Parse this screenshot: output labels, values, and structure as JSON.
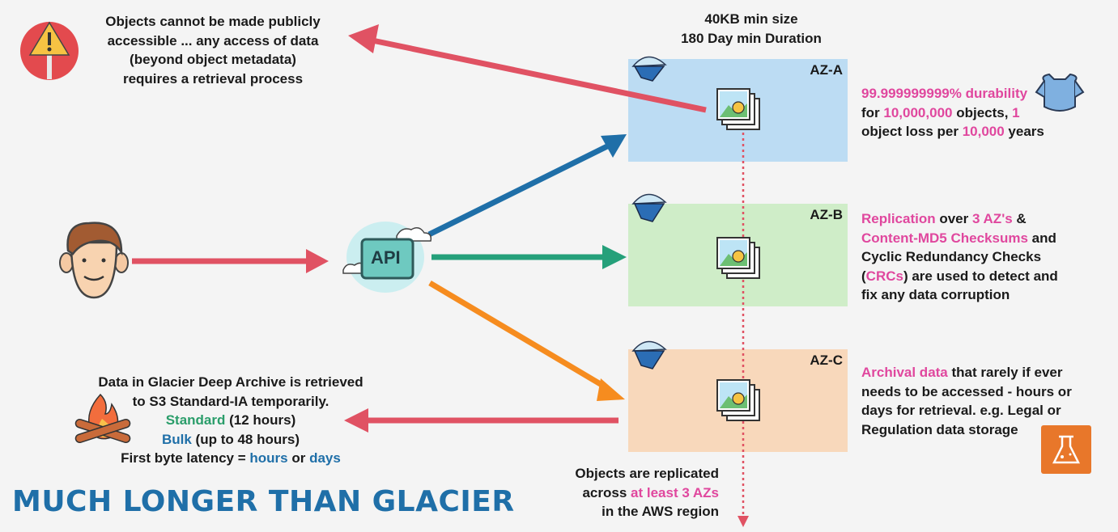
{
  "warning_text": [
    "Objects cannot be made publicly",
    "accessible ... any access of data",
    "(beyond object metadata)",
    "requires a retrieval process"
  ],
  "min_size": "40KB min size",
  "min_duration": "180 Day min Duration",
  "api_label": "API",
  "az_a_label": "AZ-A",
  "az_b_label": "AZ-B",
  "az_c_label": "AZ-C",
  "durability": {
    "l1_pink": "99.999999999% durability",
    "l2_a": "for ",
    "l2_pink1": "10,000,000",
    "l2_b": " objects, ",
    "l2_pink2": "1",
    "l3_a": "object loss per ",
    "l3_pink": "10,000",
    "l3_b": " years"
  },
  "replication": {
    "l1_pink1": "Replication",
    "l1_a": " over ",
    "l1_pink2": "3 AZ's",
    "l1_b": " &",
    "l2_pink": "Content-MD5 Checksums",
    "l2_a": " and",
    "l3": "Cyclic Redundancy Checks",
    "l4_a": "(",
    "l4_pink": "CRCs",
    "l4_b": ") are used to detect and",
    "l5": "fix any data corruption"
  },
  "archival": {
    "l1_pink": "Archival data",
    "l1_a": " that rarely if ever",
    "l2": "needs to be accessed - hours or",
    "l3": "days for retrieval. e.g. Legal or",
    "l4": "Regulation data storage"
  },
  "retrieval": {
    "l1": "Data in Glacier Deep Archive is retrieved",
    "l2": "to S3 Standard-IA temporarily.",
    "l3_green": "Standard",
    "l3_a": " (12 hours)",
    "l4_blue": "Bulk",
    "l4_a": " (up to 48 hours)",
    "l5_a": "First byte latency = ",
    "l5_blue1": "hours",
    "l5_b": " or ",
    "l5_blue2": "days"
  },
  "replicated": {
    "l1": "Objects are replicated",
    "l2_a": "across ",
    "l2_pink": "at least 3 AZs",
    "l3": "in the AWS region"
  },
  "big_title": "MUCH LONGER THAN GLACIER",
  "colors": {
    "red_arrow": "#e05263",
    "blue_arrow": "#1f6fa8",
    "green_arrow": "#25a07a",
    "orange_arrow": "#f68c1f",
    "az_a_bg": "#bcdcf3",
    "az_b_bg": "#cfedc8",
    "az_c_bg": "#f8d8bb",
    "pink": "#e0479e"
  }
}
